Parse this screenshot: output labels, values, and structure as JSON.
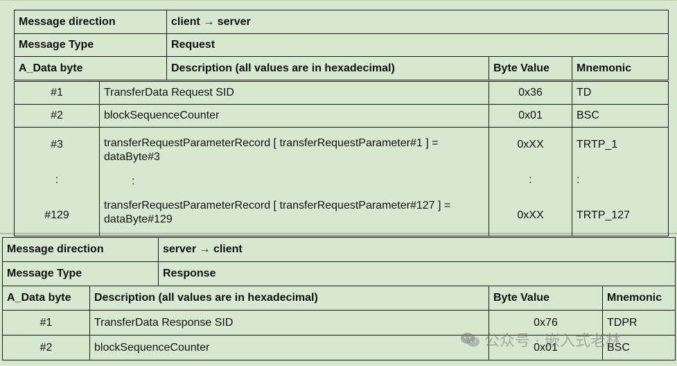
{
  "request": {
    "direction_label": "Message direction",
    "direction_value": "client → server",
    "type_label": "Message Type",
    "type_value": "Request",
    "headers": [
      "A_Data byte",
      "Description (all values are in hexadecimal)",
      "Byte Value",
      "Mnemonic"
    ],
    "rows": [
      {
        "byte": "#1",
        "desc": "TransferData Request SID",
        "value": "0x36",
        "mnemonic": "TD"
      },
      {
        "byte": "#2",
        "desc": "blockSequenceCounter",
        "value": "0x01",
        "mnemonic": "BSC"
      }
    ],
    "group": {
      "byte_first": "#3",
      "byte_dots": ":",
      "byte_last": "#129",
      "desc_first": "transferRequestParameterRecord [ transferRequestParameter#1 ] = dataByte#3",
      "desc_dots": ":",
      "desc_last": "transferRequestParameterRecord [ transferRequestParameter#127 ] = dataByte#129",
      "value_first": "0xXX",
      "value_dots": ":",
      "value_last": "0xXX",
      "mn_first": "TRTP_1",
      "mn_dots": ":",
      "mn_last": "TRTP_127"
    }
  },
  "response": {
    "direction_label": "Message direction",
    "direction_value": "server → client",
    "type_label": "Message Type",
    "type_value": "Response",
    "headers": [
      "A_Data byte",
      "Description (all values are in hexadecimal)",
      "Byte Value",
      "Mnemonic"
    ],
    "rows": [
      {
        "byte": "#1",
        "desc": "TransferData Response SID",
        "value": "0x76",
        "mnemonic": "TDPR"
      },
      {
        "byte": "#2",
        "desc": "blockSequenceCounter",
        "value": "0x01",
        "mnemonic": "BSC"
      }
    ]
  },
  "watermark": {
    "text": "公众号 · 嵌入式老林",
    "icon": "wechat-icon"
  }
}
